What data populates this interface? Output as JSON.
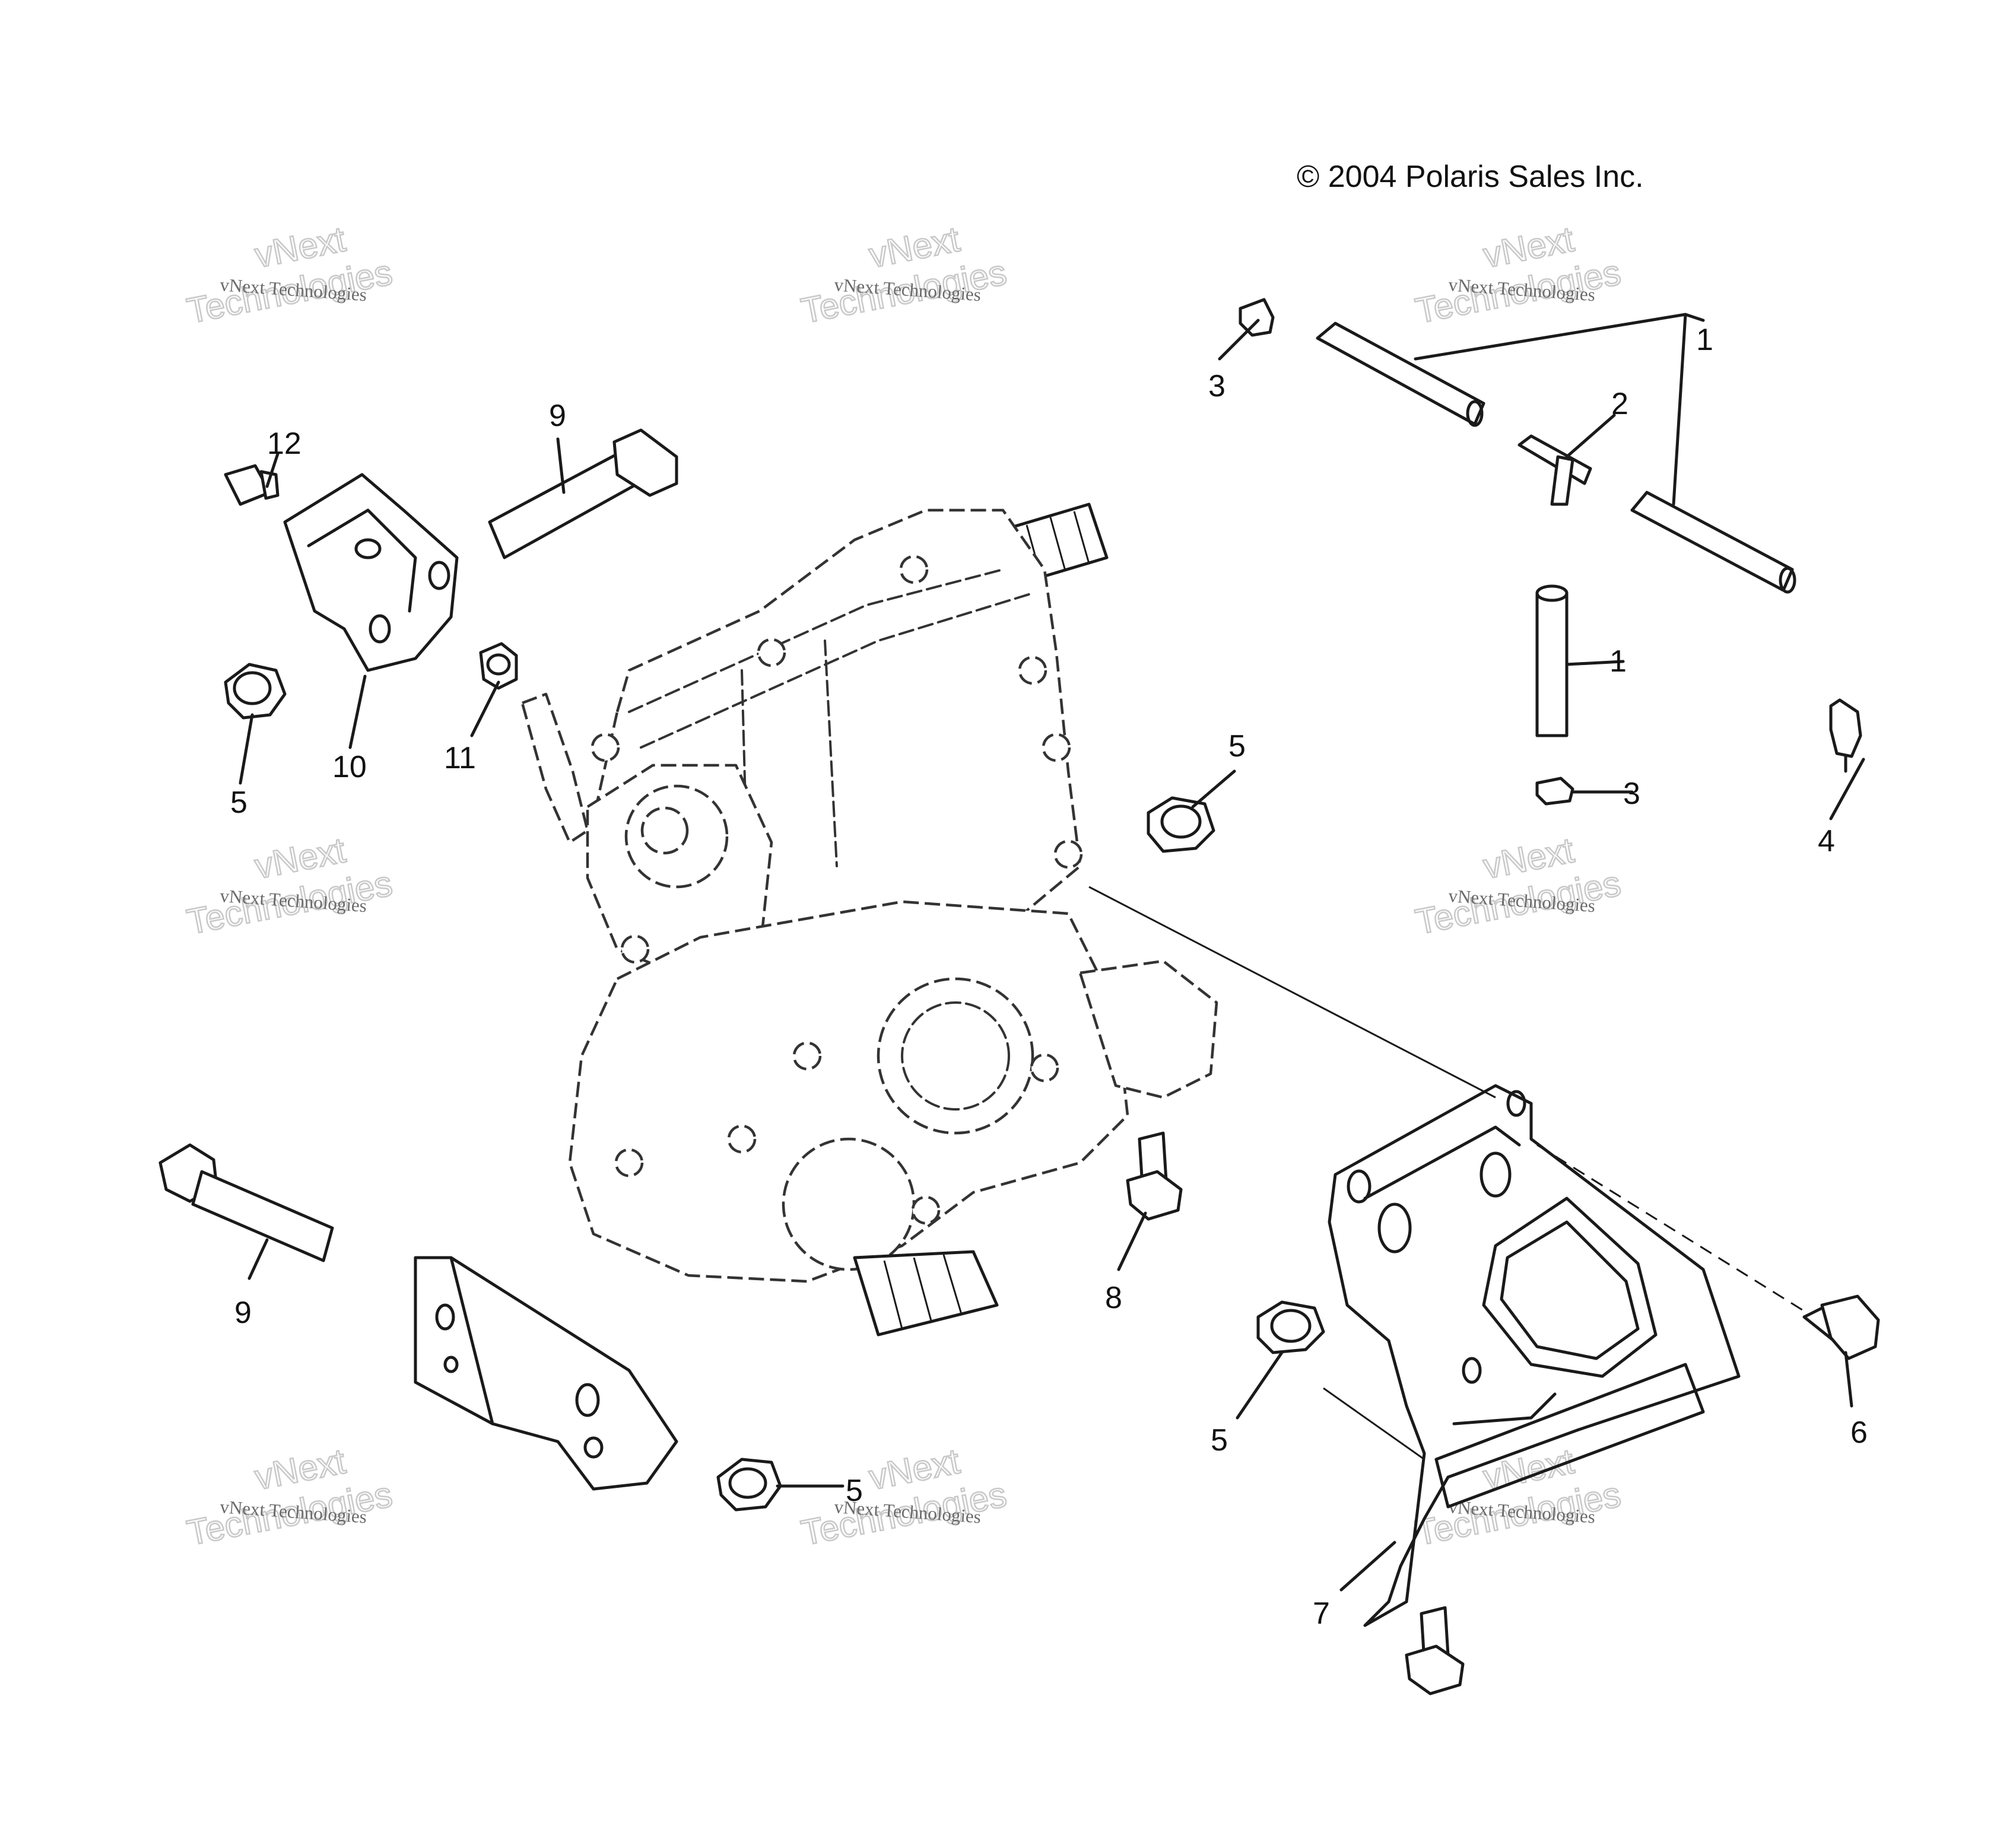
{
  "copyright": "© 2004 Polaris Sales Inc.",
  "watermark": {
    "line_top": "vNext",
    "line_small": "vNext Technologies",
    "line_large": "Technologies"
  },
  "callouts": {
    "c1a": "1",
    "c1b": "1",
    "c2": "2",
    "c3a": "3",
    "c3b": "3",
    "c4": "4",
    "c5a": "5",
    "c5b": "5",
    "c5c": "5",
    "c5d": "5",
    "c6": "6",
    "c7": "7",
    "c8": "8",
    "c9a": "9",
    "c9b": "9",
    "c10": "10",
    "c11": "11",
    "c12": "12"
  }
}
